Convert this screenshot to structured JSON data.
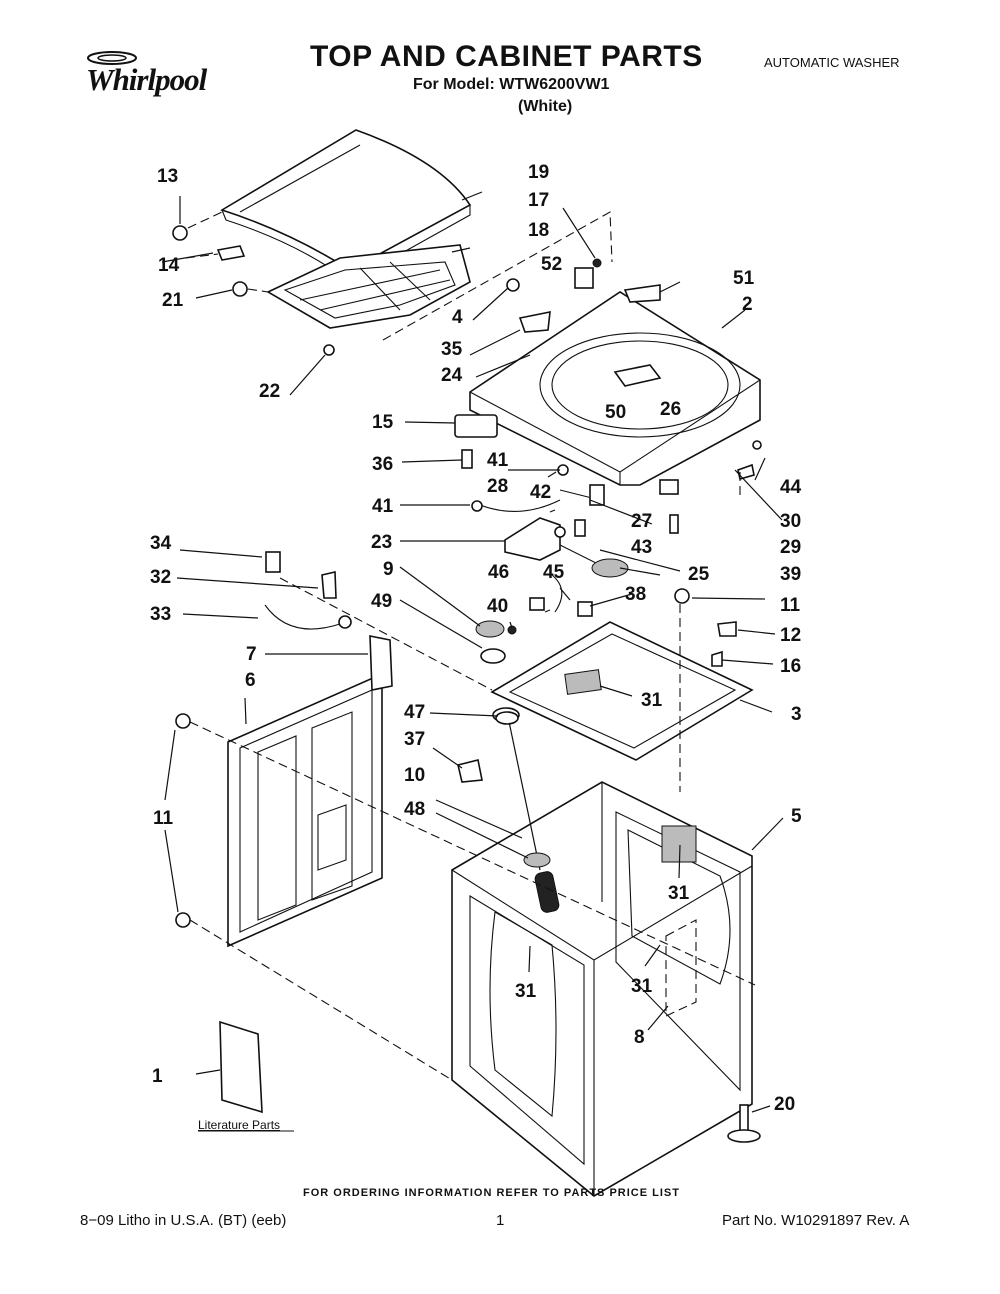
{
  "header": {
    "brand": "Whirlpool",
    "title": "TOP AND CABINET PARTS",
    "model_line": "For Model: WTW6200VW1",
    "color_line": "(White)",
    "machine_type": "AUTOMATIC WASHER"
  },
  "diagram": {
    "callouts": [
      "13",
      "19",
      "17",
      "14",
      "18",
      "52",
      "51",
      "21",
      "4",
      "2",
      "35",
      "24",
      "22",
      "15",
      "50",
      "26",
      "36",
      "41",
      "44",
      "28",
      "42",
      "30",
      "41",
      "27",
      "29",
      "34",
      "23",
      "43",
      "39",
      "32",
      "9",
      "46",
      "45",
      "25",
      "38",
      "11",
      "33",
      "49",
      "40",
      "12",
      "7",
      "16",
      "6",
      "31",
      "3",
      "47",
      "37",
      "5",
      "11",
      "10",
      "48",
      "31",
      "31",
      "31",
      "8",
      "1",
      "20"
    ],
    "literature_label": "Literature Parts"
  },
  "footer": {
    "ordering_note": "FOR ORDERING INFORMATION REFER TO PARTS PRICE LIST",
    "litho": "8−09 Litho in U.S.A. (BT) (eeb)",
    "page": "1",
    "part_no": "Part No. W10291897 Rev. A"
  }
}
